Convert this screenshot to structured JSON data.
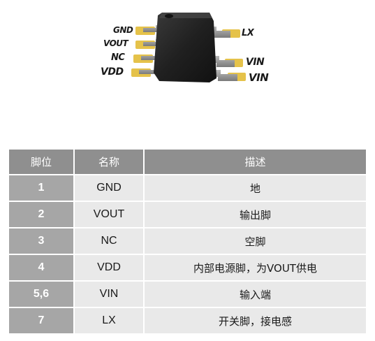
{
  "pin_labels_left": [
    "GND",
    "VOUT",
    "NC",
    "VDD"
  ],
  "pin_labels_right": [
    "LX",
    "VIN",
    "VIN"
  ],
  "table": {
    "headers": [
      "脚位",
      "名称",
      "描述"
    ],
    "rows": [
      {
        "pin": "1",
        "name": "GND",
        "desc": "地"
      },
      {
        "pin": "2",
        "name": "VOUT",
        "desc": "输出脚"
      },
      {
        "pin": "3",
        "name": "NC",
        "desc": "空脚"
      },
      {
        "pin": "4",
        "name": "VDD",
        "desc": "内部电源脚，为VOUT供电"
      },
      {
        "pin": "5,6",
        "name": "VIN",
        "desc": "输入端"
      },
      {
        "pin": "7",
        "name": "LX",
        "desc": "开关脚，接电感"
      }
    ]
  },
  "colors": {
    "header_bg": "#8f8f8f",
    "pin_cell_bg": "#a6a6a6",
    "cell_bg": "#e9e9e9",
    "lead_gold": "#e5c24a",
    "body_dark": "#262626"
  }
}
